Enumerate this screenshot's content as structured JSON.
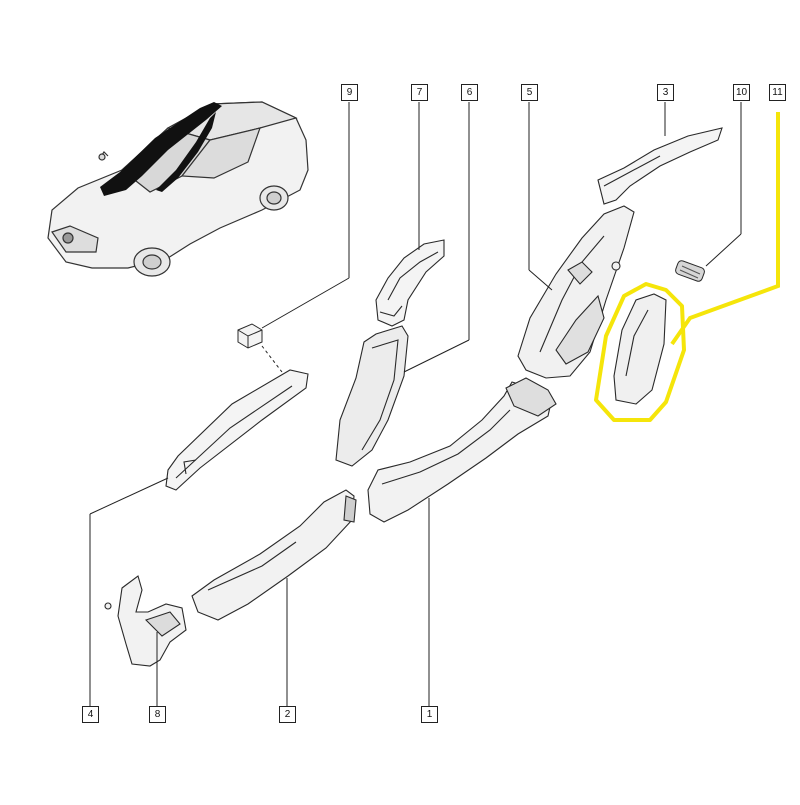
{
  "diagram": {
    "callouts": [
      {
        "key": "c1",
        "label": "1"
      },
      {
        "key": "c2",
        "label": "2"
      },
      {
        "key": "c3",
        "label": "3"
      },
      {
        "key": "c4",
        "label": "4"
      },
      {
        "key": "c5",
        "label": "5"
      },
      {
        "key": "c6",
        "label": "6"
      },
      {
        "key": "c7",
        "label": "7"
      },
      {
        "key": "c8",
        "label": "8"
      },
      {
        "key": "c9",
        "label": "9"
      },
      {
        "key": "c10",
        "label": "10"
      },
      {
        "key": "c11",
        "label": "11"
      }
    ],
    "highlight": {
      "part": "11",
      "color": "#f5e50a"
    },
    "line_color": "#222222",
    "part_fill": "#f4f4f4",
    "part_stroke": "#2a2a2a"
  }
}
